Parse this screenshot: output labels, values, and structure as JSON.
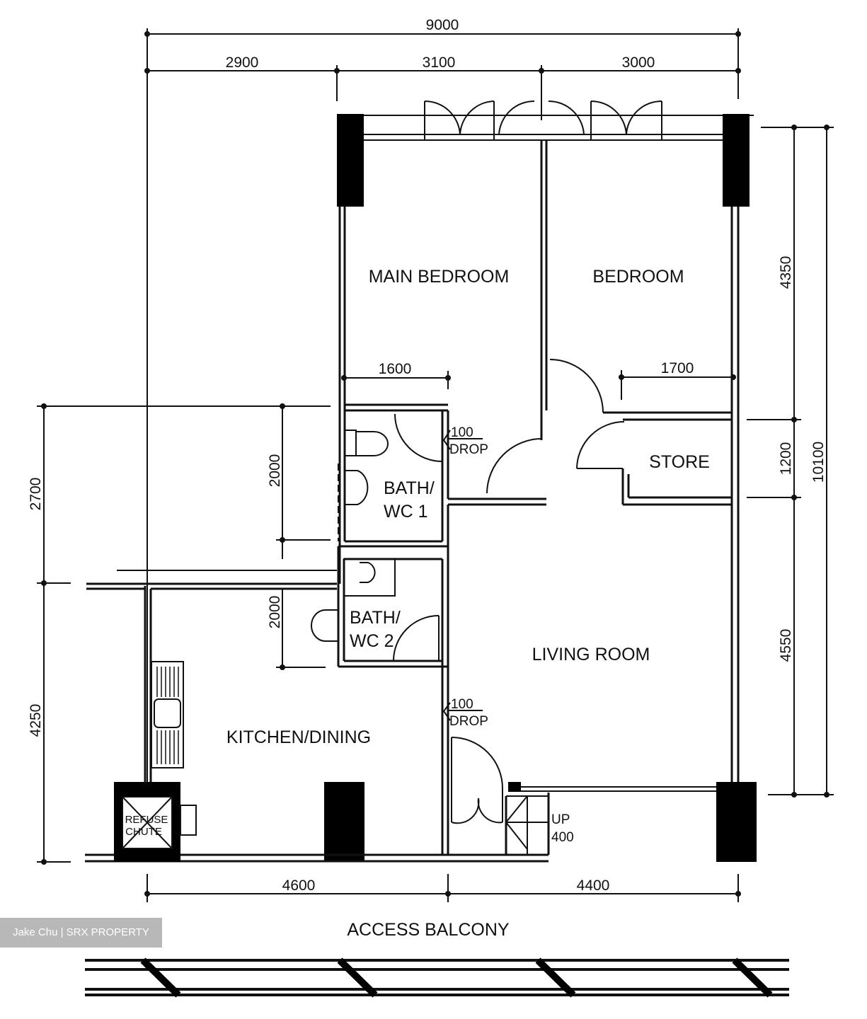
{
  "plan": {
    "rooms": {
      "main_bedroom": "MAIN BEDROOM",
      "bedroom": "BEDROOM",
      "store": "STORE",
      "bath1_line1": "BATH/",
      "bath1_line2": "WC 1",
      "bath2_line1": "BATH/",
      "bath2_line2": "WC 2",
      "living_room": "LIVING ROOM",
      "kitchen": "KITCHEN/DINING",
      "refuse_line1": "REFUSE",
      "refuse_line2": "CHUTE",
      "access_balcony": "ACCESS BALCONY"
    },
    "notes": {
      "drop1_value": "100",
      "drop1_label": "DROP",
      "drop2_value": "100",
      "drop2_label": "DROP",
      "up_label": "UP",
      "up_value": "400"
    },
    "dimensions": {
      "top_total": "9000",
      "top_left": "2900",
      "top_mid": "3100",
      "top_right": "3000",
      "main_bed_wardrobe": "1600",
      "bedroom_wardrobe": "1700",
      "right_upper": "4350",
      "right_mid": "1200",
      "right_lower": "4550",
      "right_total": "10100",
      "left_upper": "2700",
      "left_lower": "4250",
      "inner_upper": "2000",
      "inner_lower": "2000",
      "bottom_left": "4600",
      "bottom_right": "4400"
    }
  },
  "watermark": "Jake Chu | SRX PROPERTY"
}
